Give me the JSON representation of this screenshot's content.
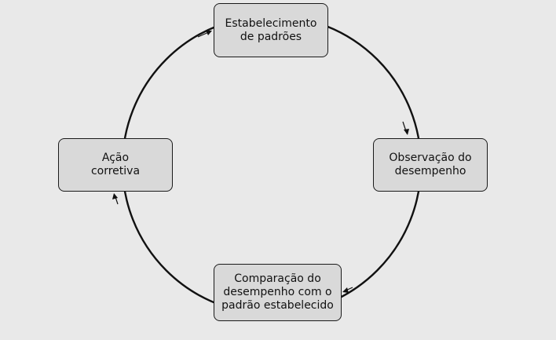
{
  "diagram": {
    "nodes": {
      "top": {
        "line1": "Estabelecimento",
        "line2": "de padrões"
      },
      "right": {
        "line1": "Observação do",
        "line2": "desempenho"
      },
      "bottom": {
        "line1": "Comparação do",
        "line2": "desempenho com o",
        "line3": "padrão estabelecido"
      },
      "left": {
        "line1": "Ação",
        "line2": "corretiva"
      }
    },
    "colors": {
      "background": "#e9e9e9",
      "node_fill": "#d9d9d9",
      "stroke": "#1a1a1a"
    }
  }
}
